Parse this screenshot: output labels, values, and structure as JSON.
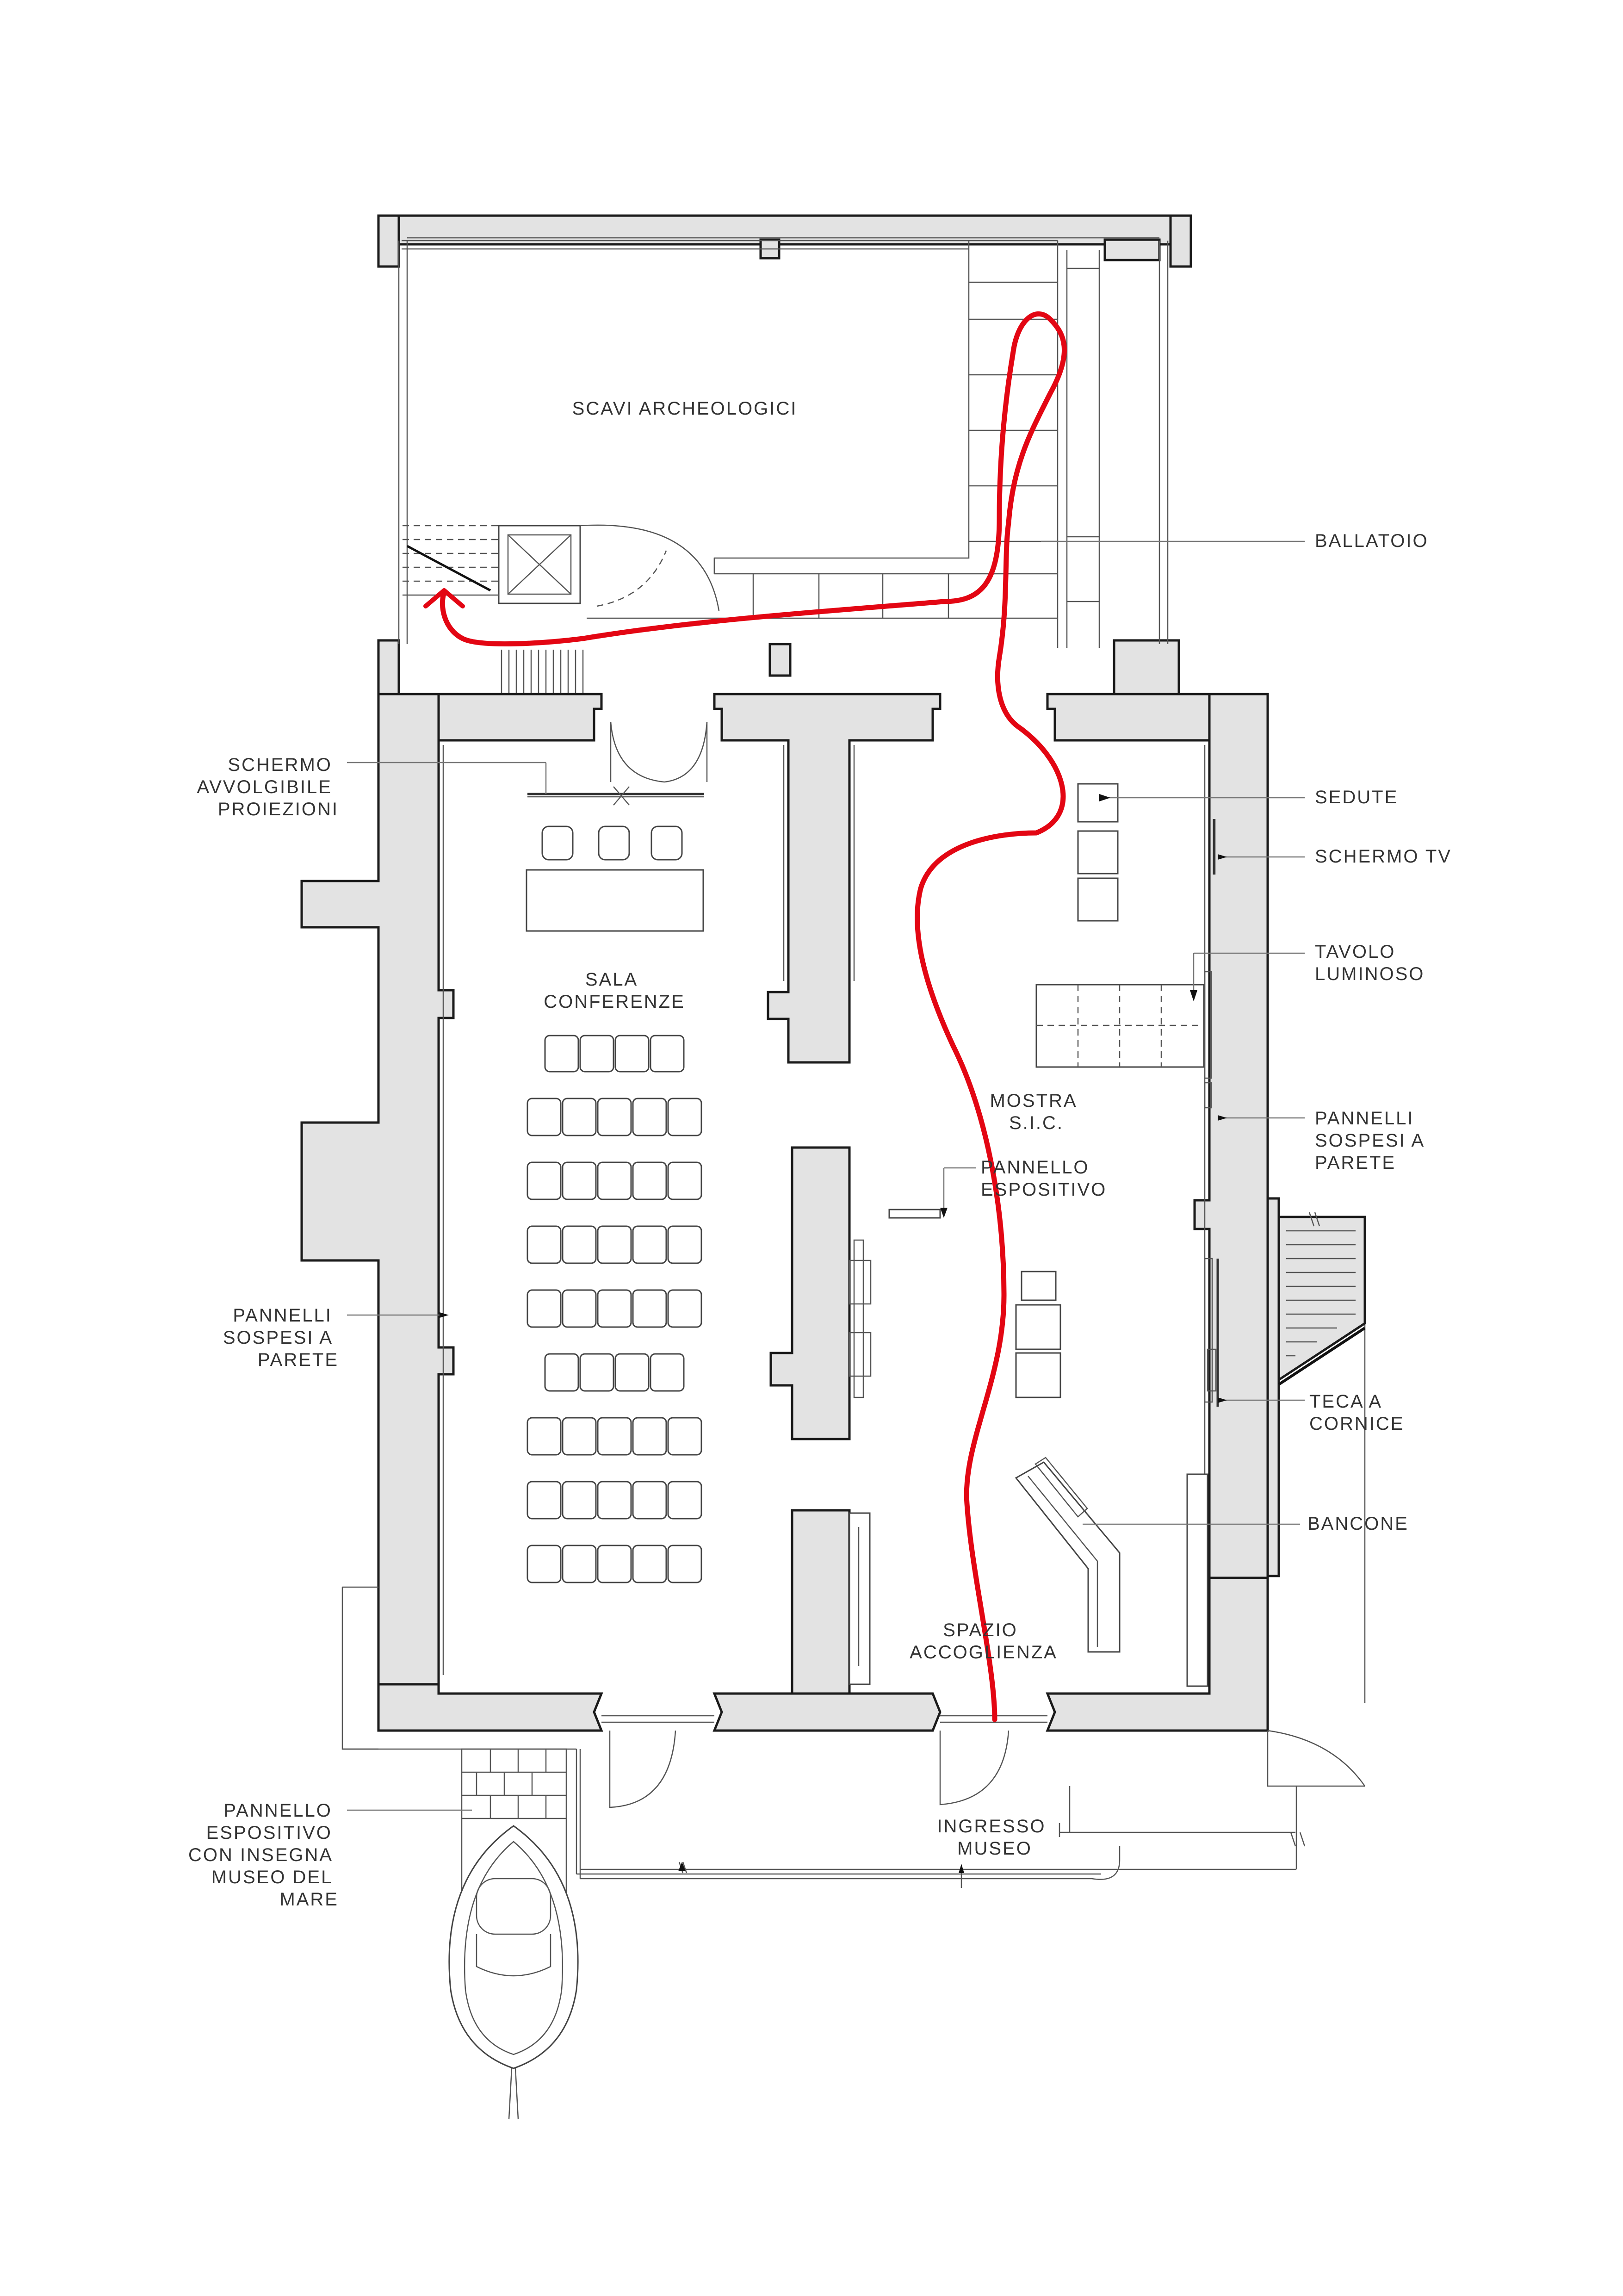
{
  "labels": {
    "scavi": [
      "SCAVI  ARCHEOLOGICI"
    ],
    "ballatoio": [
      "BALLATOIO"
    ],
    "schermo_avvolgibile": [
      "SCHERMO",
      "AVVOLGIBILE",
      "PROIEZIONI"
    ],
    "sedute": [
      "SEDUTE"
    ],
    "schermo_tv": [
      "SCHERMO  TV"
    ],
    "tavolo_luminoso": [
      "TAVOLO",
      "LUMINOSO"
    ],
    "sala_conferenze": [
      "SALA",
      "CONFERENZE"
    ],
    "mostra_sic": [
      "MOSTRA",
      "S.I.C."
    ],
    "pannello_espositivo": [
      "PANNELLO",
      "ESPOSITIVO"
    ],
    "pannelli_sospesi_dx": [
      "PANNELLI",
      "SOSPESI  A",
      "PARETE"
    ],
    "pannelli_sospesi_sx": [
      "PANNELLI",
      "SOSPESI  A",
      "PARETE"
    ],
    "teca_cornice": [
      "TECA  A",
      "CORNICE"
    ],
    "bancone": [
      "BANCONE"
    ],
    "spazio_accoglienza": [
      "SPAZIO",
      "ACCOGLIENZA"
    ],
    "ingresso_museo": [
      "INGRESSO",
      "MUSEO"
    ],
    "pannello_insegna": [
      "PANNELLO",
      "ESPOSITIVO",
      "CON  INSEGNA",
      "MUSEO  DEL",
      "MARE"
    ]
  },
  "colors": {
    "route": "#e30613",
    "wall_fill": "#e3e3e3",
    "line": "#1a1a1a"
  }
}
